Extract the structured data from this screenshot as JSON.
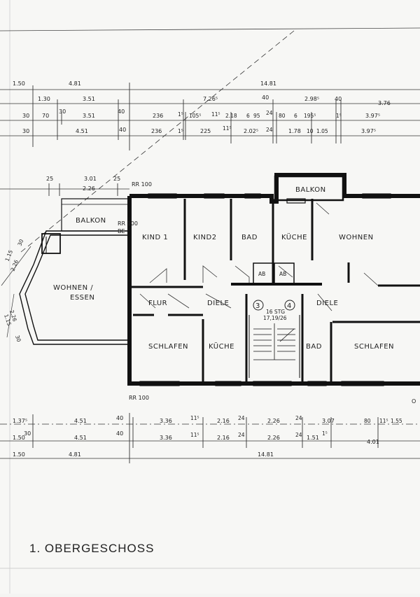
{
  "title": "1. OBERGESCHOSS",
  "rooms": {
    "kind1": "KIND 1",
    "kind2": "KIND2",
    "bad_top": "BAD",
    "kueche_top": "KÜCHE",
    "wohnen": "WOHNEN",
    "balkon_right": "BALKON",
    "balkon_left": "BALKON",
    "wohnen_essen_1": "WOHNEN /",
    "wohnen_essen_2": "ESSEN",
    "flur": "FLUR",
    "diele_left": "DIELE",
    "diele_right": "DIELE",
    "schlafen_left": "SCHLAFEN",
    "kueche_bottom": "KÜCHE",
    "bad_bottom": "BAD",
    "schlafen_right": "SCHLAFEN",
    "ab1": "AB",
    "ab2": "AB"
  },
  "stair": {
    "num3": "3",
    "num4": "4",
    "stg": "16 STG",
    "ratio": "17,19/26"
  },
  "marks": {
    "rr_top": "RR 100",
    "rr_balkon": "RR 100",
    "be": "BE",
    "rr_bottom": "RR 100",
    "o_right": "O"
  },
  "top_dims": {
    "r1": [
      "1.50",
      "4.81",
      "14.81"
    ],
    "r2": [
      "1.30",
      "3.51",
      "7.26⁵",
      "40",
      "2.98⁵",
      "40",
      "3.76"
    ],
    "r3": [
      "30",
      "70",
      "30",
      "3.51",
      "40",
      "236",
      "1⁵",
      "105⁵",
      "11⁵",
      "2.18",
      "6",
      "95",
      "24",
      "80",
      "6",
      "195⁵",
      "1⁵",
      "3.97⁵"
    ],
    "r4": [
      "30",
      "4.51",
      "40",
      "236",
      "1⁵",
      "225",
      "11⁵",
      "2.02⁵",
      "24",
      "1.78",
      "10",
      "1.05",
      "3.97⁵"
    ],
    "balkon": [
      "25",
      "3.01",
      "25",
      "2.26"
    ]
  },
  "side_dims": [
    "30",
    "1.15",
    "2.26",
    "30",
    "1.15",
    "2.26"
  ],
  "bottom_dims": {
    "r1": [
      "1.37⁵",
      "4.51",
      "40",
      "3.36",
      "11⁵",
      "2.16",
      "24",
      "2.26",
      "24",
      "3.07",
      "80",
      "11⁵",
      "1.55"
    ],
    "r2": [
      "1.50",
      "30",
      "4.51",
      "40",
      "3.36",
      "11⁵",
      "2.16",
      "24",
      "2.26",
      "24",
      "1.51",
      "1⁵",
      "4.01"
    ],
    "r3": [
      "1.50",
      "4.81",
      "14.81"
    ]
  }
}
